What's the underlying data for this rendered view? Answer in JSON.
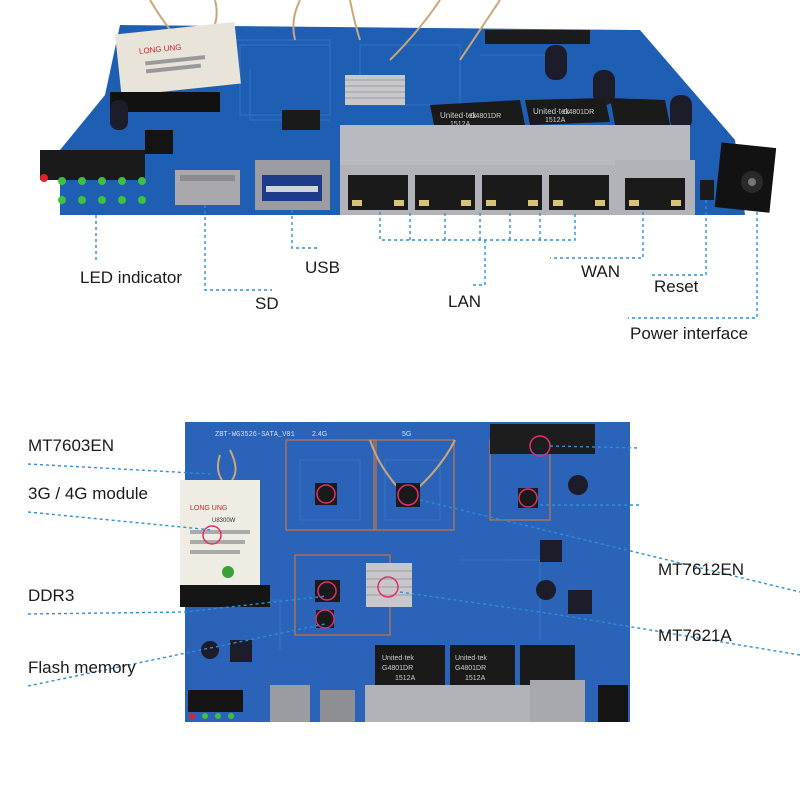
{
  "colors": {
    "pcb_top": "#1f5fb3",
    "pcb_bottom": "#2a63b8",
    "leader_line": "#2b8fd6",
    "chip_highlight": "#e0306a",
    "label_text": "#1a1a1a"
  },
  "top_view": {
    "labels": {
      "led": "LED indicator",
      "sd": "SD",
      "usb": "USB",
      "lan": "LAN",
      "wan": "WAN",
      "reset": "Reset",
      "power": "Power interface"
    },
    "board_text": {
      "mag1": "United·tek",
      "mag1_part": "G4801DR",
      "mag1_code": "1512A",
      "mag2": "United·tek",
      "mag2_part": "G4801DR",
      "mag2_code": "1512A",
      "module_brand": "LONG UNG"
    },
    "led_count": 10,
    "lan_port_count": 4
  },
  "bottom_view": {
    "labels": {
      "mt7603en": "MT7603EN",
      "module": "3G / 4G module",
      "ddr3": "DDR3",
      "flash": "Flash memory",
      "mt7612en": "MT7612EN",
      "mt7621a": "MT7621A"
    },
    "board_text": {
      "silkscreen": "ZBT-WG3526-SATA_V01",
      "band_24g": "2.4G",
      "band_5g": "5G",
      "module_brand": "LONG UNG",
      "module_model": "U8300W",
      "mag1": "United·tek",
      "mag1_part": "G4801DR",
      "mag1_code": "1512A",
      "mag2": "United·tek",
      "mag2_part": "G4801DR",
      "mag2_code": "1512A"
    }
  }
}
